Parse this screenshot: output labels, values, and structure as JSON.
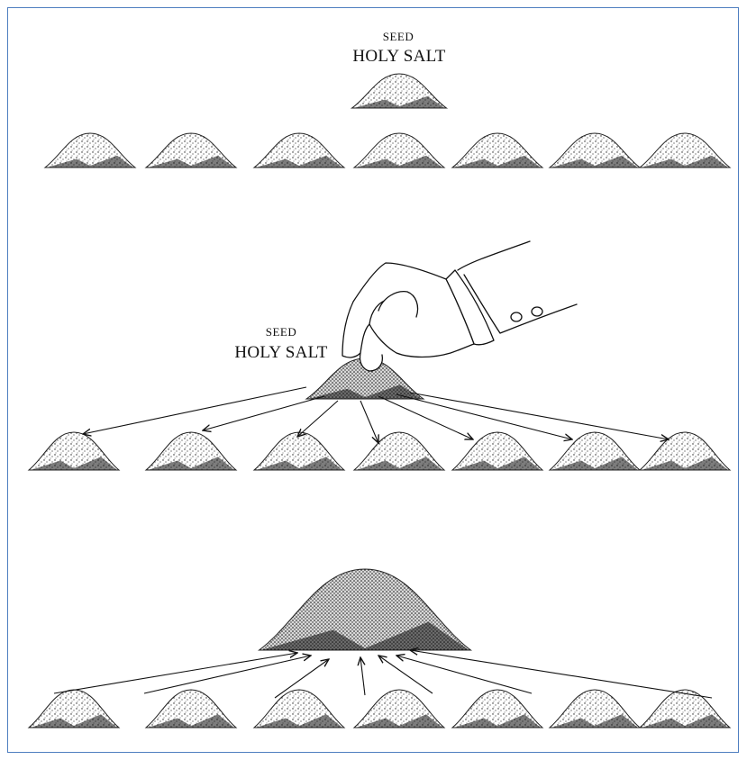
{
  "labels": {
    "panel1_seed": "SEED",
    "panel1_title": "HOLY SALT",
    "panel2_seed": "SEED",
    "panel2_title": "HOLY SALT"
  },
  "colors": {
    "frame_border": "#4f7fc0",
    "ink": "#111111"
  }
}
